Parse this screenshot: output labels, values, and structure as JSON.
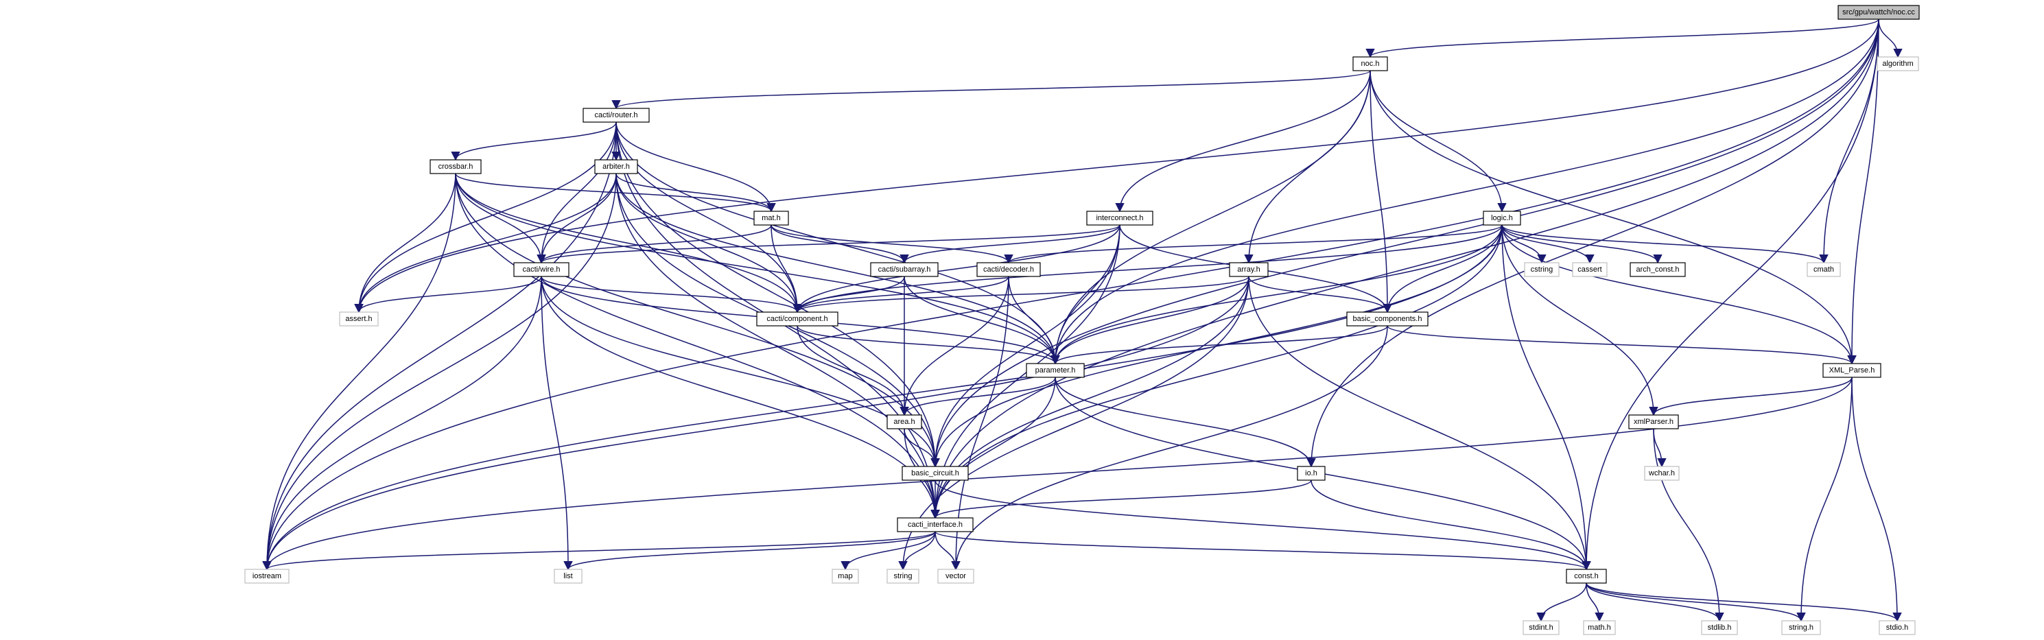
{
  "title": "",
  "colors": {
    "edge": "#191970",
    "root_fill": "#bfbfbf",
    "internal_border": "#000000",
    "external_border": "#bfbfbf"
  },
  "nodes": [
    {
      "id": "root",
      "label": "src/gpu/wattch/noc.cc",
      "kind": "root"
    },
    {
      "id": "algorithm",
      "label": "algorithm",
      "kind": "ext"
    },
    {
      "id": "noc_h",
      "label": "noc.h",
      "kind": "int"
    },
    {
      "id": "router_h",
      "label": "cacti/router.h",
      "kind": "int"
    },
    {
      "id": "crossbar_h",
      "label": "crossbar.h",
      "kind": "int"
    },
    {
      "id": "arbiter_h",
      "label": "arbiter.h",
      "kind": "int"
    },
    {
      "id": "mat_h",
      "label": "mat.h",
      "kind": "int"
    },
    {
      "id": "interconnect_h",
      "label": "interconnect.h",
      "kind": "int"
    },
    {
      "id": "logic_h",
      "label": "logic.h",
      "kind": "int"
    },
    {
      "id": "wire_h",
      "label": "cacti/wire.h",
      "kind": "int"
    },
    {
      "id": "subarray_h",
      "label": "cacti/subarray.h",
      "kind": "int"
    },
    {
      "id": "decoder_h",
      "label": "cacti/decoder.h",
      "kind": "int"
    },
    {
      "id": "array_h",
      "label": "array.h",
      "kind": "int"
    },
    {
      "id": "cstring",
      "label": "cstring",
      "kind": "ext"
    },
    {
      "id": "cassert",
      "label": "cassert",
      "kind": "ext"
    },
    {
      "id": "arch_const_h",
      "label": "arch_const.h",
      "kind": "int"
    },
    {
      "id": "cmath",
      "label": "cmath",
      "kind": "ext"
    },
    {
      "id": "assert_h",
      "label": "assert.h",
      "kind": "ext"
    },
    {
      "id": "component_h",
      "label": "cacti/component.h",
      "kind": "int"
    },
    {
      "id": "basic_components_h",
      "label": "basic_components.h",
      "kind": "int"
    },
    {
      "id": "parameter_h",
      "label": "parameter.h",
      "kind": "int"
    },
    {
      "id": "xml_parse_h",
      "label": "XML_Parse.h",
      "kind": "int"
    },
    {
      "id": "area_h",
      "label": "area.h",
      "kind": "int"
    },
    {
      "id": "xmlparser_h",
      "label": "xmlParser.h",
      "kind": "int"
    },
    {
      "id": "wchar_h",
      "label": "wchar.h",
      "kind": "ext"
    },
    {
      "id": "basic_circuit_h",
      "label": "basic_circuit.h",
      "kind": "int"
    },
    {
      "id": "io_h",
      "label": "io.h",
      "kind": "int"
    },
    {
      "id": "cacti_interface_h",
      "label": "cacti_interface.h",
      "kind": "int"
    },
    {
      "id": "iostream",
      "label": "iostream",
      "kind": "ext"
    },
    {
      "id": "list",
      "label": "list",
      "kind": "ext"
    },
    {
      "id": "map",
      "label": "map",
      "kind": "ext"
    },
    {
      "id": "string",
      "label": "string",
      "kind": "ext"
    },
    {
      "id": "vector",
      "label": "vector",
      "kind": "ext"
    },
    {
      "id": "const_h",
      "label": "const.h",
      "kind": "int"
    },
    {
      "id": "stdint_h",
      "label": "stdint.h",
      "kind": "ext"
    },
    {
      "id": "math_h",
      "label": "math.h",
      "kind": "ext"
    },
    {
      "id": "stdlib_h",
      "label": "stdlib.h",
      "kind": "ext"
    },
    {
      "id": "string_h",
      "label": "string.h",
      "kind": "ext"
    },
    {
      "id": "stdio_h",
      "label": "stdio.h",
      "kind": "ext"
    }
  ],
  "edges": [
    [
      "root",
      "algorithm"
    ],
    [
      "root",
      "noc_h"
    ],
    [
      "root",
      "cmath"
    ],
    [
      "root",
      "assert_h"
    ],
    [
      "root",
      "basic_circuit_h"
    ],
    [
      "root",
      "cacti_interface_h"
    ],
    [
      "root",
      "iostream"
    ],
    [
      "root",
      "parameter_h"
    ],
    [
      "root",
      "xml_parse_h"
    ],
    [
      "root",
      "io_h"
    ],
    [
      "root",
      "const_h"
    ],
    [
      "noc_h",
      "router_h"
    ],
    [
      "noc_h",
      "interconnect_h"
    ],
    [
      "noc_h",
      "logic_h"
    ],
    [
      "noc_h",
      "array_h"
    ],
    [
      "noc_h",
      "basic_components_h"
    ],
    [
      "noc_h",
      "parameter_h"
    ],
    [
      "noc_h",
      "xml_parse_h"
    ],
    [
      "router_h",
      "crossbar_h"
    ],
    [
      "router_h",
      "arbiter_h"
    ],
    [
      "router_h",
      "mat_h"
    ],
    [
      "router_h",
      "wire_h"
    ],
    [
      "router_h",
      "assert_h"
    ],
    [
      "router_h",
      "component_h"
    ],
    [
      "router_h",
      "parameter_h"
    ],
    [
      "router_h",
      "basic_circuit_h"
    ],
    [
      "router_h",
      "cacti_interface_h"
    ],
    [
      "router_h",
      "iostream"
    ],
    [
      "crossbar_h",
      "mat_h"
    ],
    [
      "crossbar_h",
      "wire_h"
    ],
    [
      "crossbar_h",
      "assert_h"
    ],
    [
      "crossbar_h",
      "component_h"
    ],
    [
      "crossbar_h",
      "parameter_h"
    ],
    [
      "crossbar_h",
      "basic_circuit_h"
    ],
    [
      "crossbar_h",
      "cacti_interface_h"
    ],
    [
      "crossbar_h",
      "iostream"
    ],
    [
      "arbiter_h",
      "mat_h"
    ],
    [
      "arbiter_h",
      "wire_h"
    ],
    [
      "arbiter_h",
      "assert_h"
    ],
    [
      "arbiter_h",
      "component_h"
    ],
    [
      "arbiter_h",
      "parameter_h"
    ],
    [
      "arbiter_h",
      "basic_circuit_h"
    ],
    [
      "arbiter_h",
      "cacti_interface_h"
    ],
    [
      "arbiter_h",
      "iostream"
    ],
    [
      "mat_h",
      "wire_h"
    ],
    [
      "mat_h",
      "subarray_h"
    ],
    [
      "mat_h",
      "decoder_h"
    ],
    [
      "mat_h",
      "component_h"
    ],
    [
      "interconnect_h",
      "wire_h"
    ],
    [
      "interconnect_h",
      "subarray_h"
    ],
    [
      "interconnect_h",
      "component_h"
    ],
    [
      "interconnect_h",
      "basic_components_h"
    ],
    [
      "interconnect_h",
      "parameter_h"
    ],
    [
      "interconnect_h",
      "basic_circuit_h"
    ],
    [
      "interconnect_h",
      "cacti_interface_h"
    ],
    [
      "logic_h",
      "cstring"
    ],
    [
      "logic_h",
      "cassert"
    ],
    [
      "logic_h",
      "arch_const_h"
    ],
    [
      "logic_h",
      "cmath"
    ],
    [
      "logic_h",
      "decoder_h"
    ],
    [
      "logic_h",
      "component_h"
    ],
    [
      "logic_h",
      "basic_components_h"
    ],
    [
      "logic_h",
      "parameter_h"
    ],
    [
      "logic_h",
      "xml_parse_h"
    ],
    [
      "logic_h",
      "xmlparser_h"
    ],
    [
      "logic_h",
      "basic_circuit_h"
    ],
    [
      "logic_h",
      "cacti_interface_h"
    ],
    [
      "logic_h",
      "const_h"
    ],
    [
      "logic_h",
      "iostream"
    ],
    [
      "wire_h",
      "assert_h"
    ],
    [
      "wire_h",
      "component_h"
    ],
    [
      "wire_h",
      "parameter_h"
    ],
    [
      "wire_h",
      "basic_circuit_h"
    ],
    [
      "wire_h",
      "cacti_interface_h"
    ],
    [
      "wire_h",
      "iostream"
    ],
    [
      "wire_h",
      "list"
    ],
    [
      "subarray_h",
      "component_h"
    ],
    [
      "subarray_h",
      "parameter_h"
    ],
    [
      "subarray_h",
      "area_h"
    ],
    [
      "decoder_h",
      "component_h"
    ],
    [
      "decoder_h",
      "parameter_h"
    ],
    [
      "decoder_h",
      "area_h"
    ],
    [
      "decoder_h",
      "vector"
    ],
    [
      "array_h",
      "component_h"
    ],
    [
      "array_h",
      "basic_components_h"
    ],
    [
      "array_h",
      "parameter_h"
    ],
    [
      "array_h",
      "cacti_interface_h"
    ],
    [
      "array_h",
      "const_h"
    ],
    [
      "array_h",
      "string"
    ],
    [
      "array_h",
      "iostream"
    ],
    [
      "component_h",
      "parameter_h"
    ],
    [
      "component_h",
      "area_h"
    ],
    [
      "basic_components_h",
      "parameter_h"
    ],
    [
      "basic_components_h",
      "xml_parse_h"
    ],
    [
      "basic_components_h",
      "vector"
    ],
    [
      "parameter_h",
      "area_h"
    ],
    [
      "parameter_h",
      "io_h"
    ],
    [
      "parameter_h",
      "cacti_interface_h"
    ],
    [
      "parameter_h",
      "const_h"
    ],
    [
      "xml_parse_h",
      "xmlparser_h"
    ],
    [
      "xml_parse_h",
      "string_h"
    ],
    [
      "xml_parse_h",
      "stdio_h"
    ],
    [
      "xml_parse_h",
      "iostream"
    ],
    [
      "xmlparser_h",
      "wchar_h"
    ],
    [
      "xmlparser_h",
      "stdlib_h"
    ],
    [
      "area_h",
      "basic_circuit_h"
    ],
    [
      "area_h",
      "cacti_interface_h"
    ],
    [
      "basic_circuit_h",
      "cacti_interface_h"
    ],
    [
      "basic_circuit_h",
      "const_h"
    ],
    [
      "io_h",
      "cacti_interface_h"
    ],
    [
      "io_h",
      "const_h"
    ],
    [
      "cacti_interface_h",
      "map"
    ],
    [
      "cacti_interface_h",
      "string"
    ],
    [
      "cacti_interface_h",
      "vector"
    ],
    [
      "cacti_interface_h",
      "list"
    ],
    [
      "cacti_interface_h",
      "iostream"
    ],
    [
      "cacti_interface_h",
      "const_h"
    ],
    [
      "const_h",
      "stdint_h"
    ],
    [
      "const_h",
      "math_h"
    ],
    [
      "const_h",
      "stdlib_h"
    ],
    [
      "const_h",
      "string_h"
    ],
    [
      "const_h",
      "stdio_h"
    ]
  ]
}
